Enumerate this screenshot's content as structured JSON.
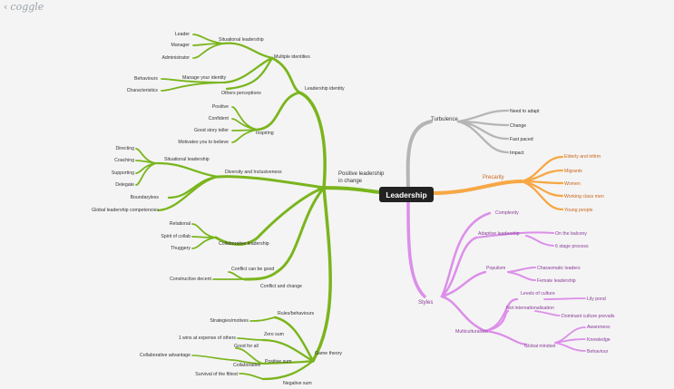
{
  "app": {
    "logo": "coggle",
    "back_icon": "chevron-left-icon"
  },
  "colors": {
    "green": "#7ab51d",
    "gray": "#b5b5b5",
    "orange": "#f7a744",
    "purple": "#dc8ee9",
    "root_bg": "#222222",
    "root_text": "#ffffff",
    "text": "#333333",
    "orange_text": "#c8661a",
    "purple_text": "#8a3e99"
  },
  "root": {
    "label": "Leadership"
  },
  "branches": {
    "plc": {
      "label_line1": "Positive leadership",
      "label_line2": "in change",
      "leadership_identity": {
        "label": "Leadership identity",
        "multiple_identities": {
          "label": "Multiple identities",
          "situational_leadership": {
            "label": "Situational leadership",
            "items": [
              "Leader",
              "Manager",
              "Administrator"
            ]
          },
          "manage_identity": {
            "label": "Manage your identity",
            "items": [
              "Behaviours",
              "Characteristics"
            ]
          },
          "others_perceptions": "Others perceptions"
        },
        "inspiring": {
          "label": "Inspiring",
          "items": [
            "Positive",
            "Confident",
            "Good story teller",
            "Motivates you to believe"
          ]
        }
      },
      "diversity": {
        "label": "Diversity and Inclusiveness",
        "situational_leadership": {
          "label": "Situational leadership",
          "items": [
            "Directing",
            "Coaching",
            "Supporting",
            "Delegate"
          ]
        },
        "items": [
          "Boundaryless",
          "Global leadership competencies"
        ]
      },
      "collaborative": {
        "label": "Collaborative leadership",
        "items": [
          "Relational",
          "Spirit of collab",
          "Thuggery"
        ]
      },
      "conflict": {
        "label": "Conflict and change",
        "items": [
          "Conflict can be good",
          "Constructive decent"
        ]
      },
      "game_theory": {
        "label": "Game theory",
        "rules": {
          "label": "Rules/behaviours",
          "items": [
            "Strategies/motives"
          ]
        },
        "zero_sum": {
          "label": "Zero sum",
          "items": [
            "1 wins at expense of others"
          ]
        },
        "positive_sum": {
          "label": "Positive sum",
          "good_for_all": "Good for all",
          "collaborative": {
            "label": "Collaborative",
            "items": [
              "Collaborative advantage"
            ]
          }
        },
        "negative_sum": {
          "label": "Negative sum",
          "items": [
            "Survival of the fittest"
          ]
        }
      }
    },
    "turbulence": {
      "label": "Turbulence",
      "items": [
        "Need to adapt",
        "Change",
        "Fast paced",
        "Impact"
      ]
    },
    "precarity": {
      "label": "Precarity",
      "items": [
        "Elderly and infirm",
        "Migrants",
        "Women",
        "Working class men",
        "Young people"
      ]
    },
    "styles": {
      "label": "Styles",
      "complexity": "Complexity",
      "adaptive": {
        "label": "Adaptive leadership",
        "items": [
          "On the balcony",
          "6 stage process"
        ]
      },
      "populism": {
        "label": "Populism",
        "items": [
          "Charasmatic leaders",
          "Female leadership"
        ]
      },
      "multiculturalism": {
        "label": "Multiculturalism",
        "levels_of_culture": {
          "label": "Levels of culture",
          "items": [
            "Lily pond"
          ]
        },
        "not_internationalisation": {
          "label": "Not internationalisation",
          "items": [
            "Dominant culture prevails"
          ]
        },
        "global_mindset": {
          "label": "Global mindset",
          "items": [
            "Awareness",
            "Knowledge",
            "Behaviour"
          ]
        }
      }
    }
  }
}
